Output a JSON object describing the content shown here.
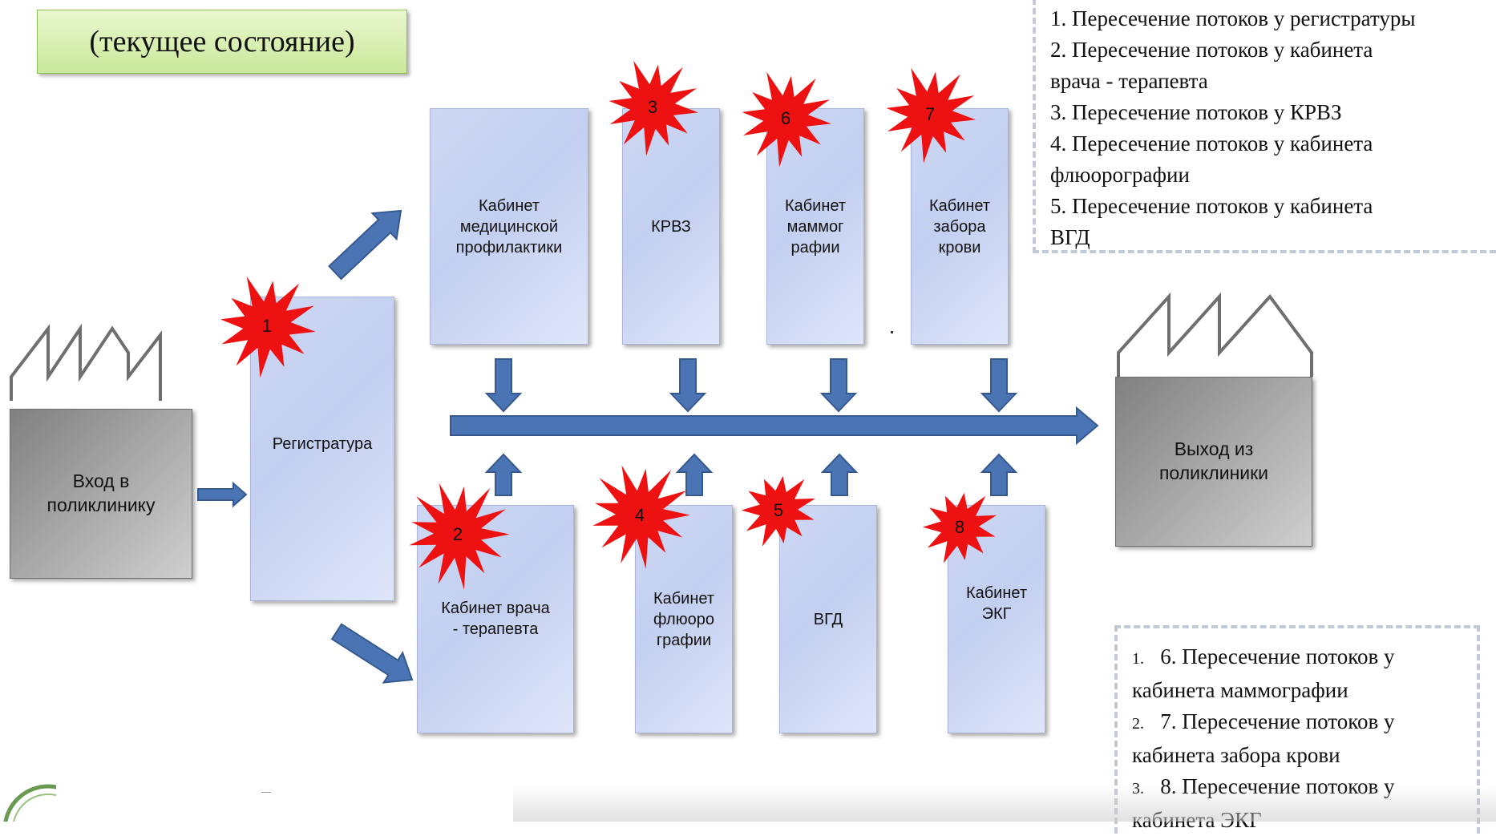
{
  "title": "(текущее состояние)",
  "entrance": "Вход в\nполиклинику",
  "exit": "Выход из\nполиклиники",
  "registry": "Регистратура",
  "top_rooms": [
    {
      "label": "Кабинет\nмедицинской\nпрофилактики",
      "marker": ""
    },
    {
      "label": "КРВЗ",
      "marker": "3"
    },
    {
      "label": "Кабинет\nмаммог\nрафии",
      "marker": "6"
    },
    {
      "label": "Кабинет\nзабора\nкрови",
      "marker": "7"
    }
  ],
  "bottom_rooms": [
    {
      "label": "Кабинет врача\n- терапевта",
      "marker": "2"
    },
    {
      "label": "Кабинет\nфлюоро\nграфии",
      "marker": "4"
    },
    {
      "label": "ВГД",
      "marker": "5"
    },
    {
      "label": "Кабинет\nЭКГ",
      "marker": "8"
    }
  ],
  "registry_marker": "1",
  "notes_top": [
    "1. Пересечение потоков у регистратуры",
    "2. Пересечение потоков у кабинета",
    "врача - терапевта",
    "3. Пересечение потоков у КРВЗ",
    "4. Пересечение потоков у кабинета",
    "флюорографии",
    "5. Пересечение потоков у кабинета",
    "ВГД"
  ],
  "notes_bottom": [
    {
      "num": "1.",
      "text": "6. Пересечение потоков у"
    },
    {
      "num": "",
      "text": "кабинета маммографии"
    },
    {
      "num": "2.",
      "text": "7. Пересечение потоков у"
    },
    {
      "num": "",
      "text": "кабинета забора крови"
    },
    {
      "num": "3.",
      "text": "8. Пересечение потоков у"
    },
    {
      "num": "",
      "text": "кабинета ЭКГ"
    }
  ],
  "colors": {
    "arrow": "#4a74b4",
    "arrow_stroke": "#36598f",
    "burst": "#ee1111",
    "box": "#c7d3f2"
  }
}
